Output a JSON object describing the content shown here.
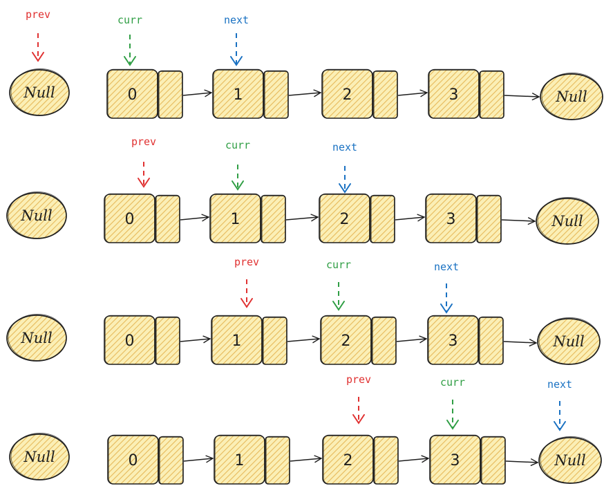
{
  "colors": {
    "fill": "#fbefb6",
    "hatch": "#e6b95a",
    "stroke": "#1e1e1e",
    "prev": "#e03131",
    "curr": "#2f9e44",
    "next": "#1971c2"
  },
  "null_label": "Null",
  "pointer_labels": {
    "prev": "prev",
    "curr": "curr",
    "next": "next"
  },
  "steps": [
    {
      "nodes": [
        "0",
        "1",
        "2",
        "3"
      ],
      "reversed_links": 0,
      "pointers": {
        "prev": "left-null",
        "curr": 0,
        "next": 1
      }
    },
    {
      "nodes": [
        "0",
        "1",
        "2",
        "3"
      ],
      "reversed_links": 0,
      "pointers": {
        "prev": 0,
        "curr": 1,
        "next": 2
      }
    },
    {
      "nodes": [
        "0",
        "1",
        "2",
        "3"
      ],
      "reversed_links": 0,
      "pointers": {
        "prev": 1,
        "curr": 2,
        "next": 3
      }
    },
    {
      "nodes": [
        "0",
        "1",
        "2",
        "3"
      ],
      "reversed_links": 0,
      "pointers": {
        "prev": 2,
        "curr": 3,
        "next": "right-null"
      }
    }
  ]
}
